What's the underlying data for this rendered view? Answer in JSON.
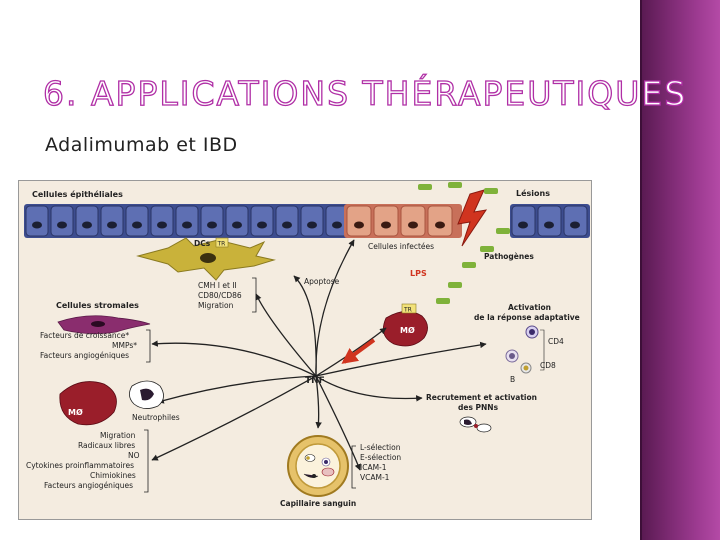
{
  "slide": {
    "title": "6. APPLICATIONS THÉRAPEUTIQUES",
    "subtitle": "Adalimumab et IBD"
  },
  "colors": {
    "title_outline": "#b02fa6",
    "sidebar": "#7c2a72",
    "epithelium": "#3d4d8f",
    "infected": "#d98a6c",
    "lps": "#7fb23a",
    "macrophage": "#9a1e2a",
    "stromal": "#8a2d6e",
    "dc": "#c9b23a",
    "tnf_arrow": "#d0341f",
    "background_tissue": "#f4ece0"
  },
  "diagram": {
    "labels": {
      "cellules_epitheliales": "Cellules épithéliales",
      "lesions": "Lésions",
      "dcs": "DCs",
      "tr": "TR",
      "cellules_infectees": "Cellules infectées",
      "pathogenes": "Pathogènes",
      "lps": "LPS",
      "cmh": "CMH I et II",
      "cd80": "CD80/CD86",
      "migration_top": "Migration",
      "apoptose": "Apoptose",
      "cellules_stromales": "Cellules stromales",
      "facteurs_croissance": "Facteurs de croissance*",
      "mmps": "MMPs*",
      "facteurs_angio_top": "Facteurs angiogéniques",
      "activation_title": "Activation",
      "activation_sub": "de la réponse adaptative",
      "mo_top": "MØ",
      "tr_mid": "TR",
      "cd4": "CD4",
      "cd8": "CD8",
      "b": "B",
      "tnf": "TNF",
      "mo_left": "MØ",
      "neutrophiles": "Neutrophiles",
      "recrutement": "Recrutement et activation",
      "des_pnns": "des PNNs",
      "migration_bottom": "Migration",
      "radicaux": "Radicaux libres",
      "no": "NO",
      "cytokines": "Cytokines proinflammatoires",
      "chimiokines": "Chimiokines",
      "facteurs_angio_bottom": "Facteurs angiogéniques",
      "l_selection": "L-sélection",
      "e_selection": "E-sélection",
      "icam": "ICAM-1",
      "vcam": "VCAM-1",
      "capillaire": "Capillaire sanguin"
    }
  }
}
